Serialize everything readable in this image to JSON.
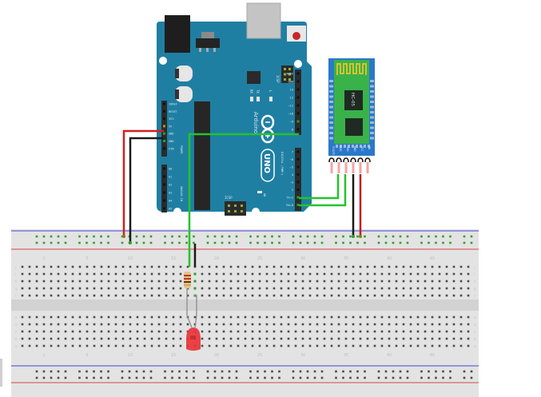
{
  "title": "Arduino UNO + HC-05 Bluetooth LED circuit",
  "colors": {
    "background": "#ffffff",
    "board": "#1f7fa3",
    "board_dark": "#16698a",
    "header": "#2b2b2b",
    "wire_red": "#d21f1f",
    "wire_black": "#1a1a1a",
    "wire_green": "#25c32b",
    "breadboard": "#e3e3e3",
    "breadboard_channel": "#cfcfcf",
    "rail_blue": "#7b7bdc",
    "rail_red": "#dc7b7b",
    "hole": "#4a4a4a",
    "hole_active": "#2aa02a",
    "bt_module": "#2a78c9",
    "bt_pcb": "#39b24a",
    "antenna": "#d7c22e",
    "led": "#e8343a",
    "reset_button": "#c62828"
  },
  "arduino": {
    "brand": "Arduino",
    "model": "UNO",
    "reset_label": "RESET",
    "icsp_label": "ICSP",
    "icsp2_label": "ICSP",
    "on_label": "ON",
    "tx_label": "TX",
    "rx_label": "RX",
    "l_label": "L",
    "digital_label": "DIGITAL (PWM~)",
    "power_label": "POWER",
    "analog_label": "ANALOG IN",
    "power_pins": [
      "IOREF",
      "RESET",
      "3V3",
      "5V",
      "GND",
      "GND",
      "VIN"
    ],
    "analog_pins": [
      "A0",
      "A1",
      "A2",
      "A3",
      "A4",
      "A5"
    ],
    "digital_pins_top": [
      "AREF",
      "GND",
      "13",
      "12",
      "~11",
      "~10",
      "~9",
      "8"
    ],
    "digital_pins_bottom": [
      "7",
      "~6",
      "~5",
      "4",
      "~3",
      "2",
      "TX→1",
      "RX←0"
    ]
  },
  "bluetooth_module": {
    "name": "HC-05",
    "pins": [
      "STATE",
      "RXD",
      "TXD",
      "GND",
      "VCC",
      "EN"
    ]
  },
  "breadboard": {
    "column_markers_top": [
      "1",
      "5",
      "10",
      "15",
      "20",
      "25",
      "30",
      "35",
      "40",
      "45",
      "50"
    ],
    "row_labels_top": [
      "j",
      "i",
      "h",
      "g",
      "f"
    ],
    "row_labels_bottom": [
      "e",
      "d",
      "c",
      "b",
      "a"
    ]
  },
  "components": {
    "resistor": "Resistor",
    "led": "Red LED"
  },
  "wires": [
    {
      "name": "5V to breadboard + rail",
      "color": "red"
    },
    {
      "name": "GND to breadboard - rail",
      "color": "black"
    },
    {
      "name": "Pin 9 to resistor",
      "color": "green"
    },
    {
      "name": "TX1 to HC-05 RXD",
      "color": "green"
    },
    {
      "name": "RX0 to HC-05 TXD",
      "color": "green"
    },
    {
      "name": "HC-05 GND to rail",
      "color": "black"
    },
    {
      "name": "HC-05 VCC to rail",
      "color": "red"
    },
    {
      "name": "LED cathode to GND rail",
      "color": "black"
    }
  ]
}
